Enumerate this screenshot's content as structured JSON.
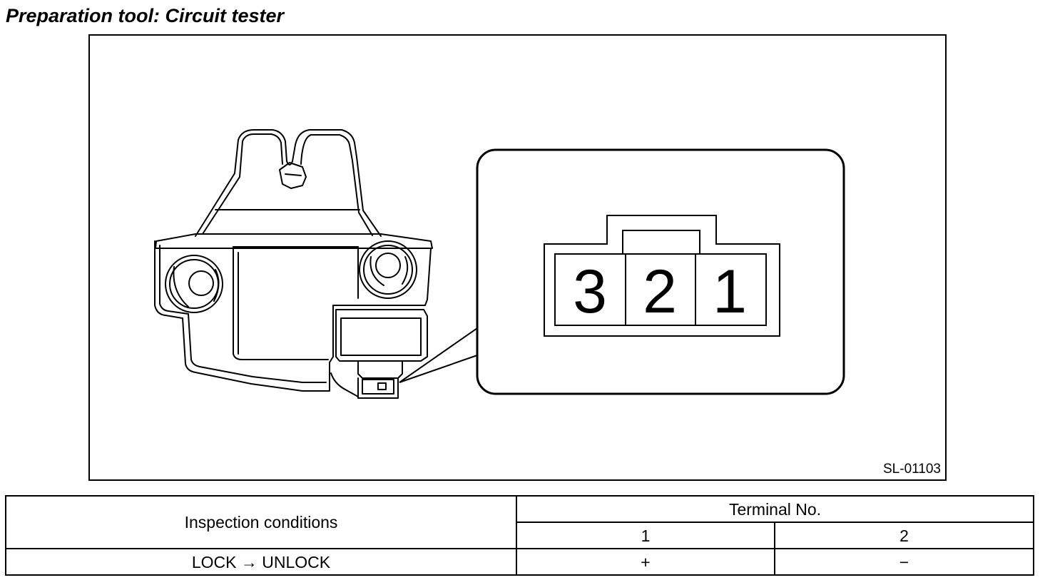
{
  "heading": "Preparation tool: Circuit tester",
  "figure": {
    "code": "SL-01103",
    "connector_terminals": [
      "3",
      "2",
      "1"
    ]
  },
  "table": {
    "header_conditions": "Inspection conditions",
    "header_terminal": "Terminal No.",
    "terminal_columns": [
      "1",
      "2"
    ],
    "rows": [
      {
        "condition": "LOCK → UNLOCK",
        "values": [
          "+",
          "−"
        ]
      }
    ]
  }
}
